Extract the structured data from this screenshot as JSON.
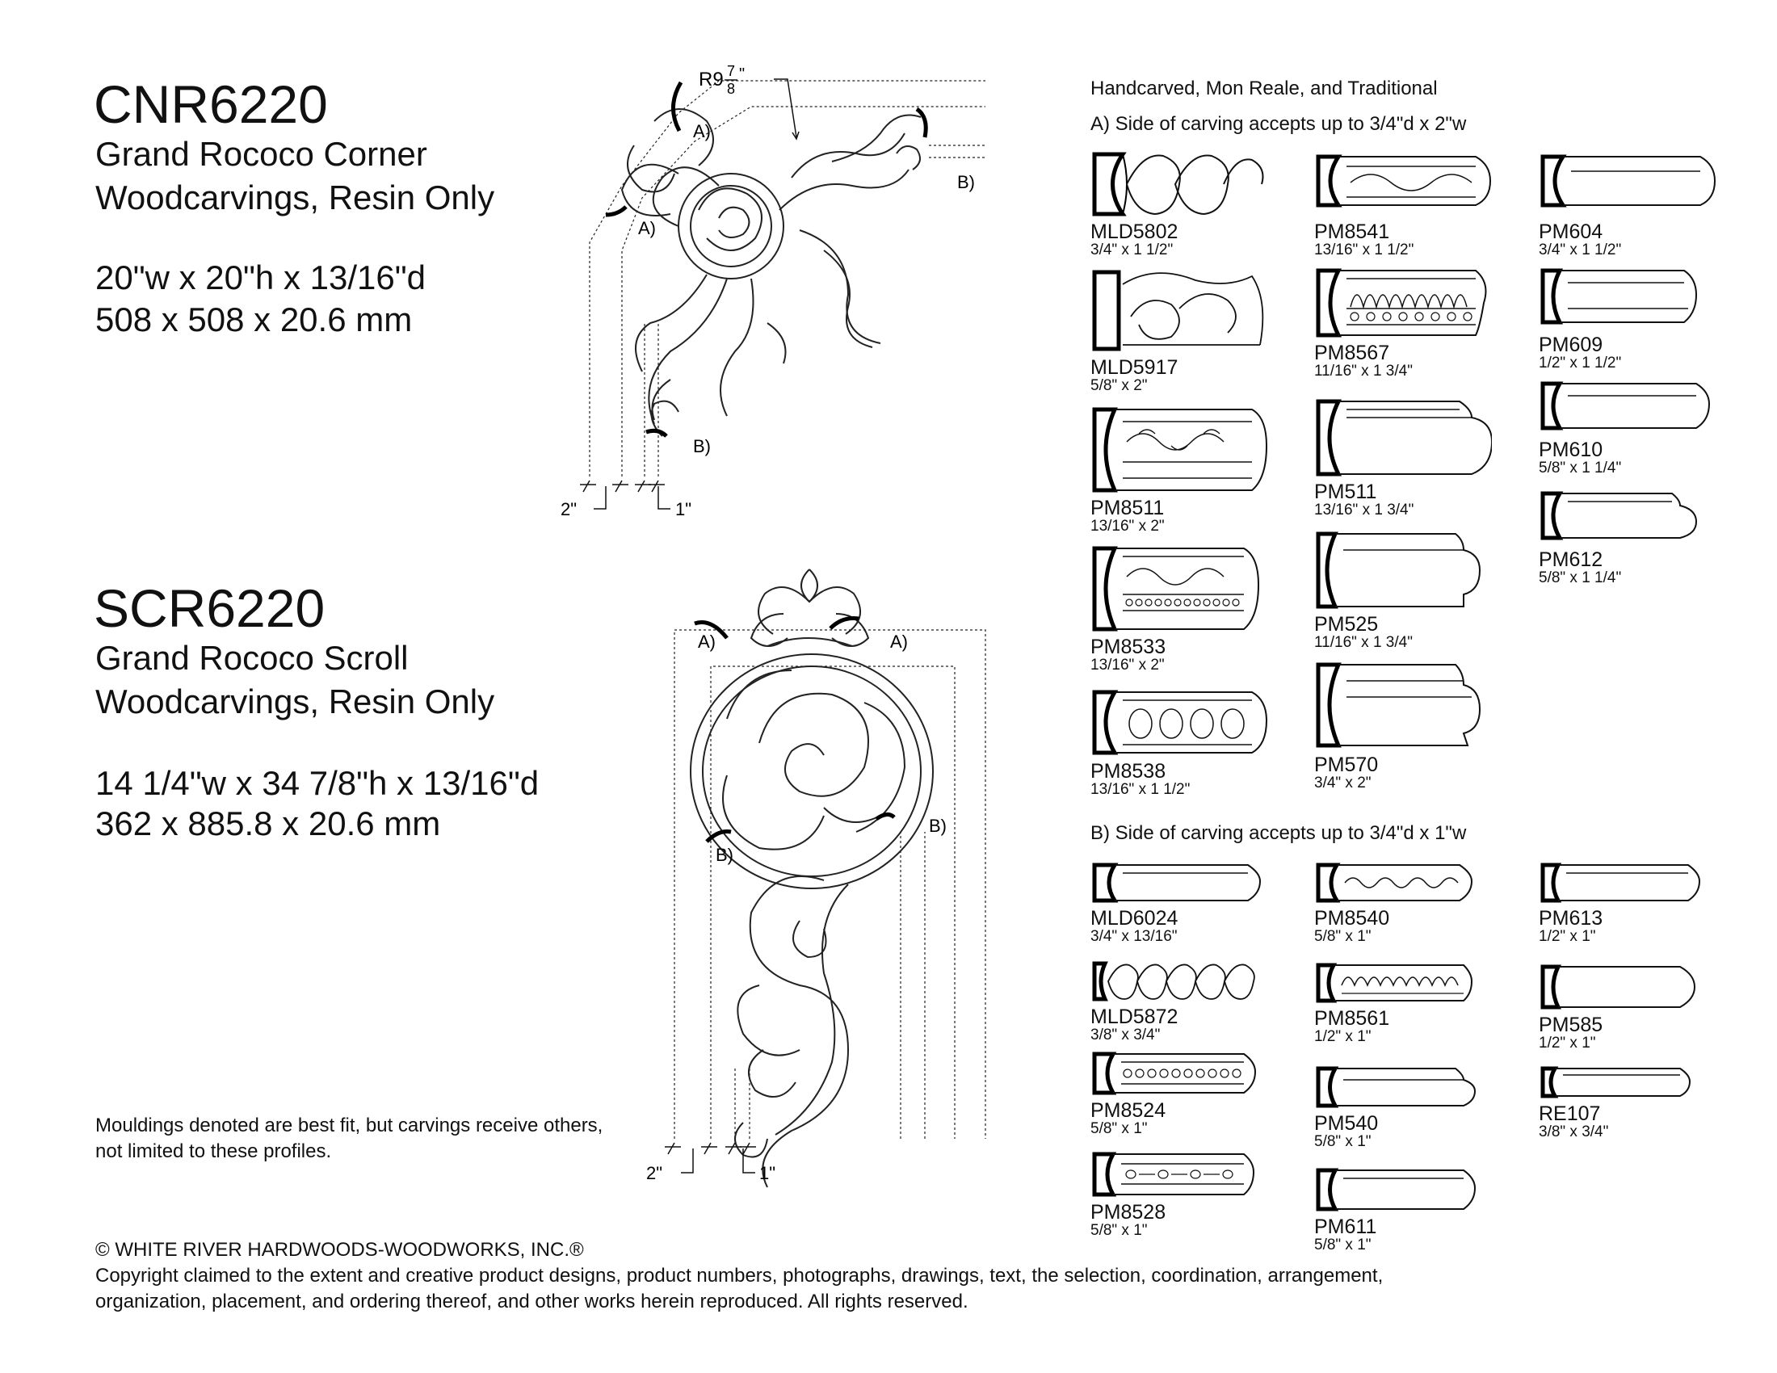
{
  "products": [
    {
      "code": "CNR6220",
      "name": "Grand Rococo Corner",
      "material": "Woodcarvings, Resin Only",
      "dims_in": "20\"w x 20\"h x 13/16\"d",
      "dims_mm": "508 x 508 x 20.6 mm"
    },
    {
      "code": "SCR6220",
      "name": "Grand Rococo Scroll",
      "material": "Woodcarvings, Resin Only",
      "dims_in": "14 1/4\"w x 34 7/8\"h x 13/16\"d",
      "dims_mm": "362 x 885.8 x 20.6 mm"
    }
  ],
  "drawing_labels": {
    "radius": "R9",
    "radius_num": "7",
    "radius_den": "8",
    "radius_unit": "\"",
    "a": "A)",
    "b": "B)",
    "two_inch": "2\"",
    "one_inch": "1\""
  },
  "note": "Mouldings denoted are best fit, but carvings receive others, not limited to these profiles.",
  "copyright_line": "© WHITE RIVER HARDWOODS-WOODWORKS, INC.®",
  "copyright_text": "Copyright claimed to the extent and creative product designs, product numbers, photographs, drawings, text, the selection, coordination, arrangement, organization, placement, and ordering thereof, and other works herein reproduced. All rights reserved.",
  "mouldings": {
    "heading": "Handcarved, Mon Reale, and Traditional",
    "section_a": {
      "title": "A) Side of carving accepts up to 3/4\"d x 2\"w",
      "items": [
        {
          "code": "MLD5802",
          "size": "3/4\" x 1 1/2\""
        },
        {
          "code": "PM8541",
          "size": "13/16\" x 1 1/2\""
        },
        {
          "code": "PM604",
          "size": "3/4\" x 1 1/2\""
        },
        {
          "code": "MLD5917",
          "size": "5/8\" x 2\""
        },
        {
          "code": "PM8567",
          "size": "11/16\" x 1 3/4\""
        },
        {
          "code": "PM609",
          "size": "1/2\" x 1 1/2\""
        },
        {
          "code": "PM610",
          "size": "5/8\" x 1 1/4\""
        },
        {
          "code": "PM8511",
          "size": "13/16\" x 2\""
        },
        {
          "code": "PM511",
          "size": "13/16\" x 1 3/4\""
        },
        {
          "code": "PM612",
          "size": "5/8\" x 1 1/4\""
        },
        {
          "code": "PM8533",
          "size": "13/16\" x 2\""
        },
        {
          "code": "PM525",
          "size": "11/16\" x 1 3/4\""
        },
        {
          "code": "PM8538",
          "size": "13/16\" x 1 1/2\""
        },
        {
          "code": "PM570",
          "size": "3/4\" x 2\""
        }
      ]
    },
    "section_b": {
      "title": "B) Side of carving accepts up to 3/4\"d x 1\"w",
      "items": [
        {
          "code": "MLD6024",
          "size": "3/4\" x 13/16\""
        },
        {
          "code": "PM8540",
          "size": "5/8\" x 1\""
        },
        {
          "code": "PM613",
          "size": "1/2\" x 1\""
        },
        {
          "code": "MLD5872",
          "size": "3/8\" x 3/4\""
        },
        {
          "code": "PM8561",
          "size": "1/2\" x 1\""
        },
        {
          "code": "PM585",
          "size": "1/2\" x 1\""
        },
        {
          "code": "PM8524",
          "size": "5/8\" x 1\""
        },
        {
          "code": "PM540",
          "size": "5/8\" x 1\""
        },
        {
          "code": "RE107",
          "size": "3/8\" x 3/4\""
        },
        {
          "code": "PM8528",
          "size": "5/8\" x 1\""
        },
        {
          "code": "PM611",
          "size": "5/8\" x 1\""
        }
      ]
    }
  }
}
